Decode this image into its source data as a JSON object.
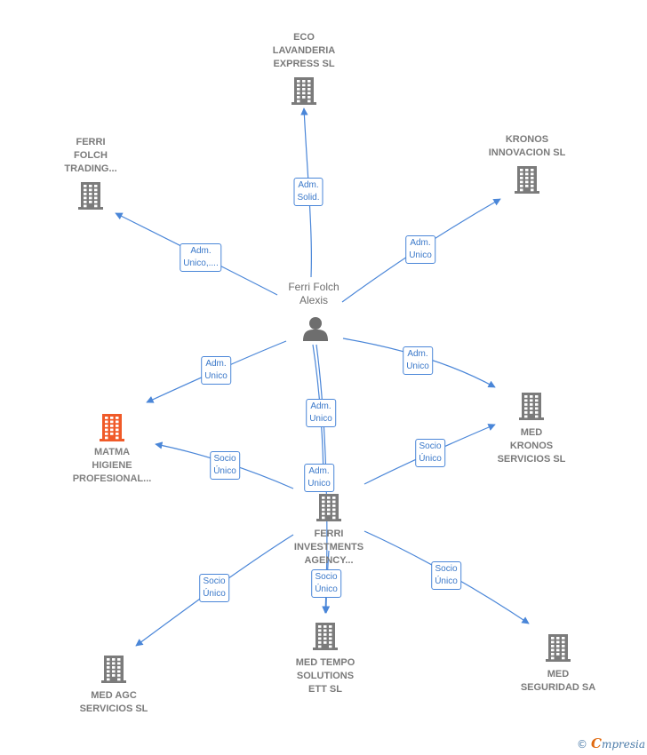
{
  "colors": {
    "building": "#7b7b7b",
    "building_focus": "#f05a28",
    "edge": "#4a86d8",
    "label_text": "#3a78c9"
  },
  "nodes": [
    {
      "id": "eco",
      "label": "ECO\nLAVANDERIA\nEXPRESS  SL",
      "icon": "building-icon"
    },
    {
      "id": "ferri_trading",
      "label": "FERRI\nFOLCH\nTRADING...",
      "icon": "building-icon"
    },
    {
      "id": "kronos_innov",
      "label": "KRONOS\nINNOVACION SL",
      "icon": "building-icon"
    },
    {
      "id": "person",
      "label": "Ferri Folch\nAlexis",
      "icon": "person-icon"
    },
    {
      "id": "matma",
      "label": "MATMA\nHIGIENE\nPROFESIONAL...",
      "icon": "building-icon",
      "highlight": true
    },
    {
      "id": "med_kronos",
      "label": "MED\nKRONOS\nSERVICIOS SL",
      "icon": "building-icon"
    },
    {
      "id": "ferri_invest",
      "label": "FERRI\nINVESTMENTS\nAGENCY...",
      "icon": "building-icon"
    },
    {
      "id": "med_agc",
      "label": "MED AGC\nSERVICIOS SL",
      "icon": "building-icon"
    },
    {
      "id": "med_tempo",
      "label": "MED TEMPO\nSOLUTIONS\nETT  SL",
      "icon": "building-icon"
    },
    {
      "id": "med_seg",
      "label": "MED\nSEGURIDAD SA",
      "icon": "building-icon"
    }
  ],
  "edges": [
    {
      "from": "person",
      "to": "eco",
      "label": "Adm.\nSolid."
    },
    {
      "from": "person",
      "to": "ferri_trading",
      "label": "Adm.\nUnico,...."
    },
    {
      "from": "person",
      "to": "kronos_innov",
      "label": "Adm.\nUnico"
    },
    {
      "from": "person",
      "to": "matma",
      "label": "Adm.\nUnico"
    },
    {
      "from": "person",
      "to": "med_kronos",
      "label": "Adm.\nUnico"
    },
    {
      "from": "person",
      "to": "ferri_invest",
      "label": "Adm.\nUnico"
    },
    {
      "from": "person",
      "to": "med_tempo",
      "label": "Adm.\nUnico"
    },
    {
      "from": "ferri_invest",
      "to": "matma",
      "label": "Socio\nÚnico"
    },
    {
      "from": "ferri_invest",
      "to": "med_kronos",
      "label": "Socio\nÚnico"
    },
    {
      "from": "ferri_invest",
      "to": "med_agc",
      "label": "Socio\nÚnico"
    },
    {
      "from": "ferri_invest",
      "to": "med_tempo",
      "label": "Socio\nÚnico"
    },
    {
      "from": "ferri_invest",
      "to": "med_seg",
      "label": "Socio\nÚnico"
    }
  ],
  "footer": {
    "copyright_symbol": "©",
    "brand_first": "C",
    "brand_rest": "mpresia"
  }
}
